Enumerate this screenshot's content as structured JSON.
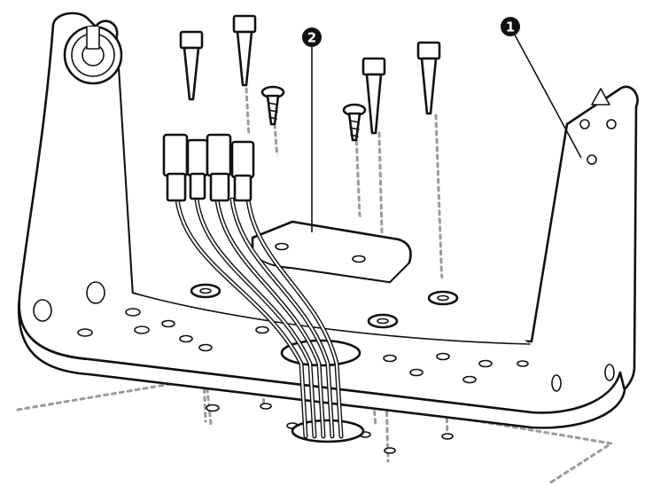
{
  "callouts": [
    {
      "id": "bracket",
      "label": "1"
    },
    {
      "id": "mount-plate",
      "label": "2"
    }
  ],
  "colors": {
    "ink": "#111111",
    "dashed_guide": "#9a9a9a",
    "background": "#ffffff"
  },
  "icons": {
    "callout_marker": "filled-circle-number",
    "fasteners": "hex-head-bolt",
    "small_screws": "phillips-screw"
  }
}
